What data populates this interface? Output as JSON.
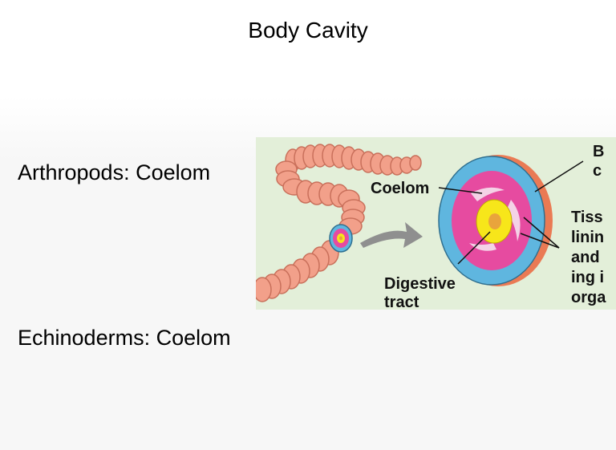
{
  "slide": {
    "title": "Body Cavity",
    "bullets": [
      "Arthropods: Coelom",
      "Echinoderms: Coelom"
    ]
  },
  "figure": {
    "labels": {
      "coelom": "Coelom",
      "digestive_line1": "Digestive",
      "digestive_line2": "tract",
      "body_wall_line1": "B",
      "body_wall_line2": "c",
      "tissue_line1": "Tiss",
      "tissue_line2": "linin",
      "tissue_line3": "and",
      "tissue_line4": "ing i",
      "tissue_line5": "orga"
    },
    "colors": {
      "background": "#e3efd9",
      "worm": "#f2a08a",
      "outer_ring": "#5fb6df",
      "coelom_layer": "#e64ba0",
      "gut_wall": "#f7e61a",
      "lumen": "#e9a43c"
    }
  }
}
